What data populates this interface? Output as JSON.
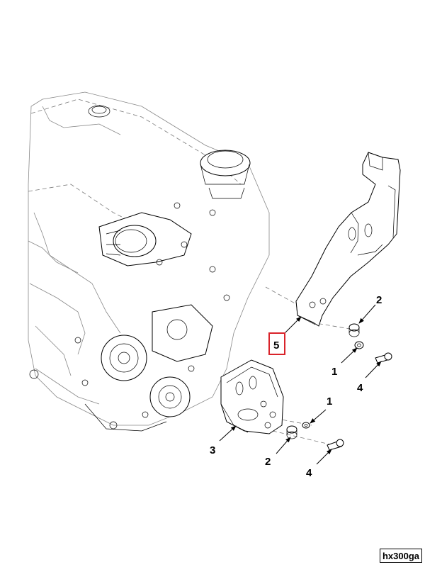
{
  "callouts": {
    "c1_upper": "1",
    "c1_lower": "1",
    "c2_upper": "2",
    "c2_lower": "2",
    "c3": "3",
    "c4_upper": "4",
    "c4_lower": "4",
    "c5": "5"
  },
  "highlight_color": "#d9232a",
  "figure_ref": "hx300ga"
}
